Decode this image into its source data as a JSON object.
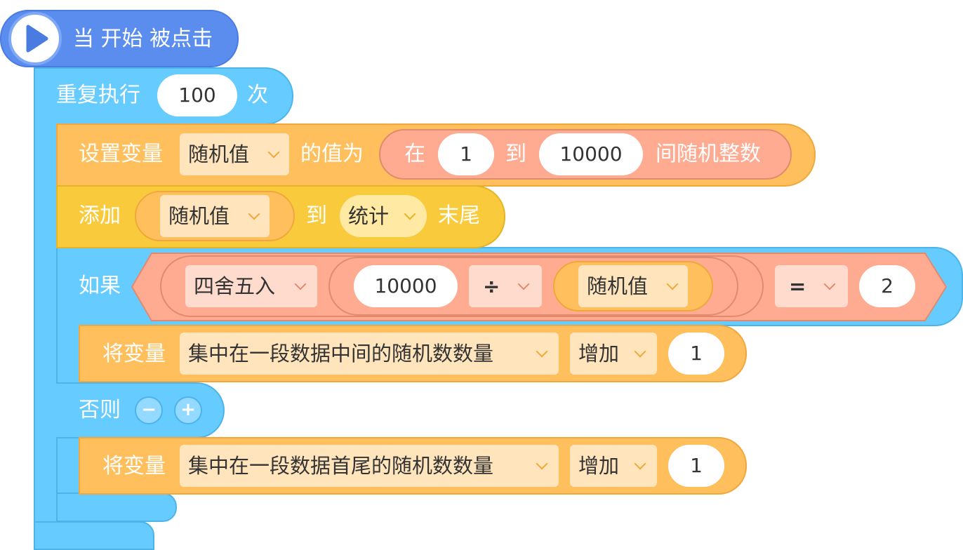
{
  "hat": {
    "label": "当 开始 被点击"
  },
  "repeat": {
    "label": "重复执行",
    "count": "100",
    "suffix": "次"
  },
  "set_var": {
    "label": "设置变量",
    "variable": "随机值",
    "value_label": "的值为",
    "random": {
      "prefix": "在",
      "from": "1",
      "to_label": "到",
      "to": "10000",
      "suffix": "间随机整数"
    }
  },
  "add_list": {
    "label": "添加",
    "variable": "随机值",
    "to_label": "到",
    "list": "统计",
    "suffix": "末尾"
  },
  "if_block": {
    "label": "如果",
    "round_op": "四舍五入",
    "dividend": "10000",
    "div_op": "÷",
    "divisor_var": "随机值",
    "compare_op": "=",
    "compare_value": "2"
  },
  "change_var_1": {
    "label": "将变量",
    "variable": "集中在一段数据中间的随机数数量",
    "op": "增加",
    "amount": "1"
  },
  "else_block": {
    "label": "否则",
    "minus": "−",
    "plus": "+"
  },
  "change_var_2": {
    "label": "将变量",
    "variable": "集中在一段数据首尾的随机数数量",
    "op": "增加",
    "amount": "1"
  },
  "colors": {
    "events": "#5b8def",
    "control": "#66ccff",
    "data": "#ffbf5c",
    "list": "#f9cb3c",
    "operator": "#ffab91",
    "control_dark": "#3ba9e6"
  }
}
